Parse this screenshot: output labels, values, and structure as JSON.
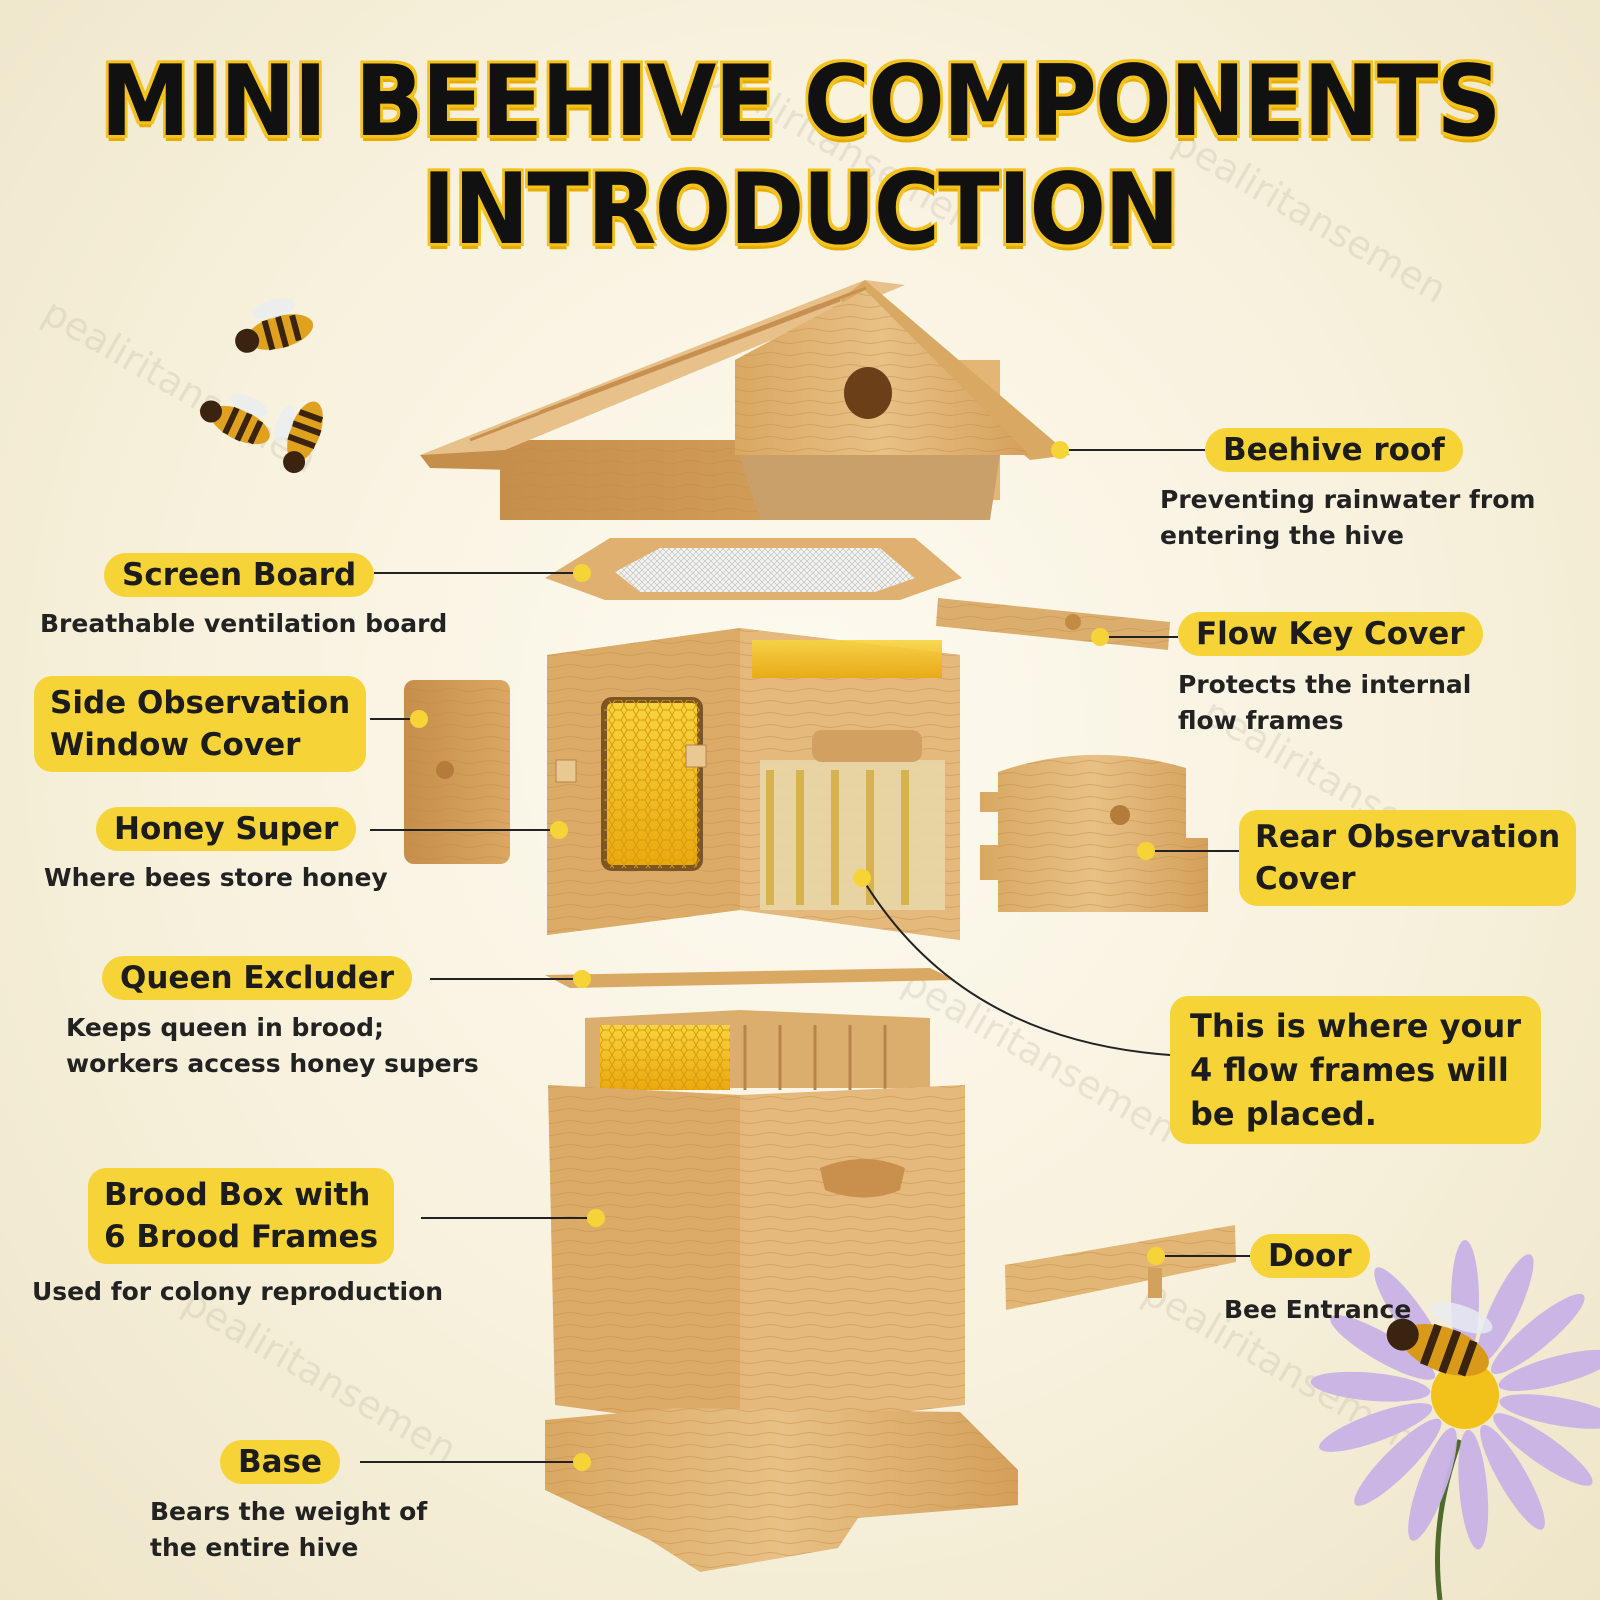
{
  "title": {
    "line1": "MINI BEEHIVE COMPONENTS",
    "line2": "INTRODUCTION"
  },
  "watermark": "pealiritansemen",
  "colors": {
    "label_bg": "#f6d438",
    "wood": "#e2b674",
    "wood_dark": "#c9934e",
    "honey": "#f2c21b"
  },
  "components": {
    "beehive_roof": {
      "label": "Beehive roof",
      "desc": [
        "Preventing rainwater from",
        "entering the hive"
      ]
    },
    "screen_board": {
      "label": "Screen Board",
      "desc": [
        "Breathable ventilation board"
      ]
    },
    "flow_key_cover": {
      "label": "Flow Key Cover",
      "desc": [
        "Protects the internal",
        "flow frames"
      ]
    },
    "side_window_cover": {
      "label": [
        "Side Observation",
        "Window Cover"
      ]
    },
    "honey_super": {
      "label": "Honey Super",
      "desc": [
        "Where bees store honey"
      ]
    },
    "rear_cover": {
      "label": [
        "Rear Observation",
        "Cover"
      ]
    },
    "queen_excluder": {
      "label": "Queen Excluder",
      "desc": [
        "Keeps queen in brood;",
        "workers access honey supers"
      ]
    },
    "flow_frames_note": {
      "label": [
        "This is where your",
        "4 flow frames will",
        "be placed."
      ]
    },
    "brood_box": {
      "label": [
        "Brood Box with",
        "6 Brood Frames"
      ],
      "desc": [
        "Used for colony reproduction"
      ]
    },
    "door": {
      "label": "Door",
      "desc": [
        "Bee Entrance"
      ]
    },
    "base": {
      "label": "Base",
      "desc": [
        "Bears the weight of",
        "the entire hive"
      ]
    }
  }
}
